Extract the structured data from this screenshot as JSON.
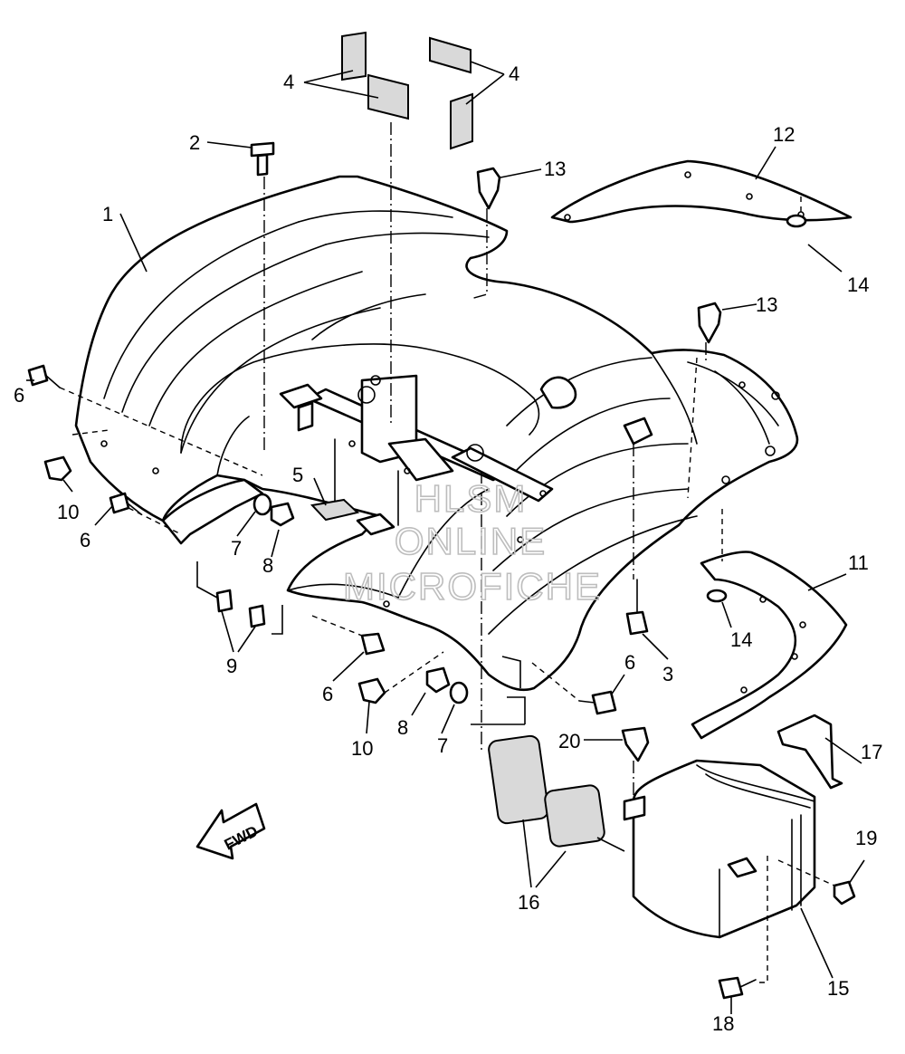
{
  "callouts": [
    {
      "id": "c1",
      "label": "1"
    },
    {
      "id": "c2",
      "label": "2"
    },
    {
      "id": "c3",
      "label": "3"
    },
    {
      "id": "c4a",
      "label": "4"
    },
    {
      "id": "c4b",
      "label": "4"
    },
    {
      "id": "c5",
      "label": "5"
    },
    {
      "id": "c6a",
      "label": "6"
    },
    {
      "id": "c6b",
      "label": "6"
    },
    {
      "id": "c6c",
      "label": "6"
    },
    {
      "id": "c6d",
      "label": "6"
    },
    {
      "id": "c7a",
      "label": "7"
    },
    {
      "id": "c7b",
      "label": "7"
    },
    {
      "id": "c8a",
      "label": "8"
    },
    {
      "id": "c8b",
      "label": "8"
    },
    {
      "id": "c9",
      "label": "9"
    },
    {
      "id": "c10a",
      "label": "10"
    },
    {
      "id": "c10b",
      "label": "10"
    },
    {
      "id": "c11",
      "label": "11"
    },
    {
      "id": "c12",
      "label": "12"
    },
    {
      "id": "c13a",
      "label": "13"
    },
    {
      "id": "c13b",
      "label": "13"
    },
    {
      "id": "c14a",
      "label": "14"
    },
    {
      "id": "c14b",
      "label": "14"
    },
    {
      "id": "c15",
      "label": "15"
    },
    {
      "id": "c16",
      "label": "16"
    },
    {
      "id": "c17",
      "label": "17"
    },
    {
      "id": "c18",
      "label": "18"
    },
    {
      "id": "c19",
      "label": "19"
    },
    {
      "id": "c20",
      "label": "20"
    }
  ],
  "fwd_label": "FWD",
  "watermark": {
    "line1": "HLSM",
    "line2": "ONLINE",
    "line3": "MICROFICHE"
  }
}
